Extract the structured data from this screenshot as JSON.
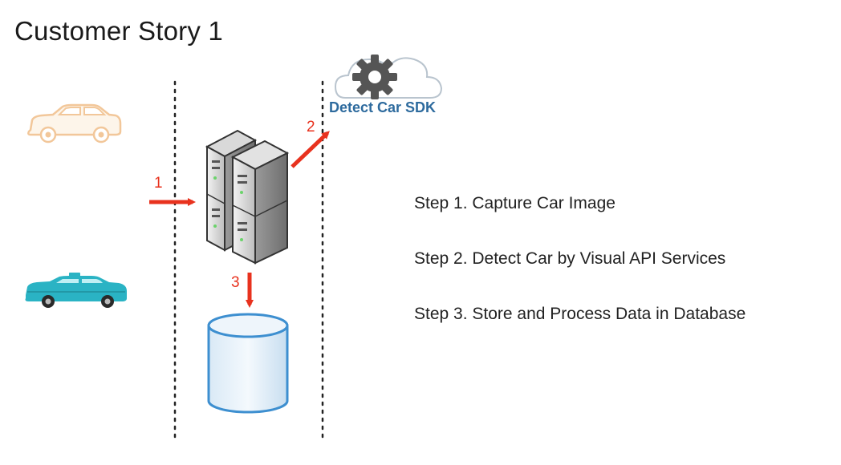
{
  "title": "Customer Story 1",
  "diagram": {
    "arrow_labels": [
      "1",
      "2",
      "3"
    ],
    "cloud_label": "Detect Car SDK",
    "colors": {
      "arrow": "#e8321e",
      "car_outline": "#f2c79a",
      "taxi": "#2ab3c4",
      "database": "#3d8fd0",
      "sdk_text": "#2e6b9e",
      "gear": "#555555"
    },
    "icons": [
      "car-icon",
      "taxi-icon",
      "server-icon",
      "cloud-icon",
      "gear-icon",
      "database-icon"
    ]
  },
  "steps": [
    "Step 1. Capture Car Image",
    "Step 2. Detect Car by Visual API Services",
    "Step 3. Store and Process Data in Database"
  ]
}
